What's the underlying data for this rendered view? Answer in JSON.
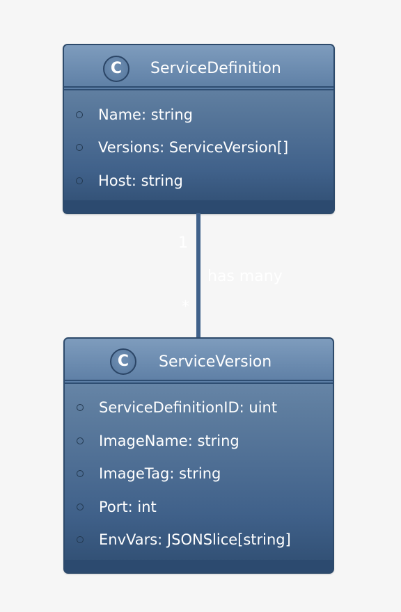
{
  "diagram": {
    "classes": [
      {
        "stereotype": "C",
        "name": "ServiceDefinition",
        "attributes": [
          "Name: string",
          "Versions: ServiceVersion[]",
          "Host: string"
        ]
      },
      {
        "stereotype": "C",
        "name": "ServiceVersion",
        "attributes": [
          "ServiceDefinitionID: uint",
          "ImageName: string",
          "ImageTag: string",
          "Port: int",
          "EnvVars: JSONSlice[string]"
        ]
      }
    ],
    "association": {
      "label": "has many",
      "source_multiplicity": "1",
      "target_multiplicity": "*"
    }
  },
  "colors": {
    "background": "#f6f6f6",
    "class_fill": "#4e6f95",
    "class_border": "#2d4a6b",
    "text": "#ffffff",
    "line": "#40618a"
  }
}
